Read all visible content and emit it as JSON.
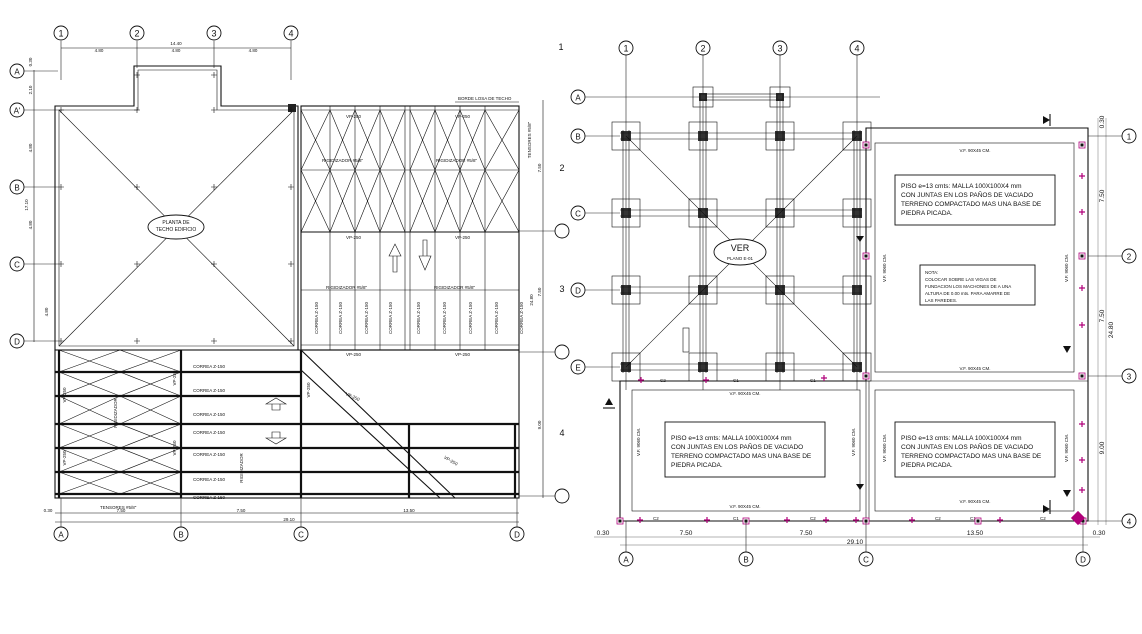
{
  "left_plan": {
    "grid_cols": [
      "1",
      "2",
      "3",
      "4"
    ],
    "grid_rows": [
      "A",
      "A'",
      "B",
      "C",
      "D"
    ],
    "bottom_cols": [
      "A",
      "B",
      "C",
      "D"
    ],
    "right_rows": [
      "1",
      "2",
      "3",
      "4"
    ],
    "top_dims": {
      "total": "14.40",
      "d1": "4.80",
      "d2": "4.80",
      "d3": "4.80"
    },
    "bottom_dims": {
      "total": "29.10",
      "d_left": "0.30",
      "d1": "7.50",
      "d2": "7.50",
      "d3": "13.50"
    },
    "left_dims": {
      "d0": "0.30",
      "d1": "2.10",
      "d2": "4.80",
      "d3": "4.80",
      "d4": "4.80",
      "total": "17.10"
    },
    "right_dims": {
      "d1": "7.50",
      "d2": "7.50",
      "d3": "9.00",
      "total": "24.80"
    },
    "roof_label": [
      "PLANTA DE",
      "TECHO EDIFICIO"
    ],
    "borde_label": "BORDE LOSA DE TECHO",
    "tensores_top": "TENSORES #5/8\"",
    "tensores_bottom": "TENSORES #5/8\"",
    "rigidizador_label": "RIGIDIZADOR #5/8\"",
    "rigidizador_short": "RIGIDIZADOR",
    "vp_label": "VP-250",
    "correa_label": "CORREA Z-150"
  },
  "right_plan": {
    "grid_cols": [
      "1",
      "2",
      "3",
      "4"
    ],
    "grid_rows": [
      "A",
      "B",
      "C",
      "D",
      "E"
    ],
    "bottom_cols": [
      "A",
      "B",
      "C",
      "D"
    ],
    "right_rows": [
      "1",
      "2",
      "3",
      "4"
    ],
    "corner_label": "1",
    "ver_label": "VER",
    "plano_label": "PLANO E-01",
    "piso_note": [
      "PISO e=13 cmts: MALLA 100X100X4 mm",
      "CON JUNTAS EN LOS PAÑOS DE VACIADO",
      "TERRENO COMPACTADO MAS UNA BASE DE",
      "PIEDRA PICADA."
    ],
    "nota_lines": [
      "NOTA:",
      "COLOCAR SOBRE LAS VIGAS DE",
      "FUNDACION LOS MACHONES DE A UNA",
      "ALTURA DE 0.00 mts. PARA AMARRE DE",
      "LAS PAREDES."
    ],
    "vf_h": "V.F. 90X45 CM.",
    "vf_v": "V.F. 9060 CM.",
    "column_label": "C1",
    "column_label2": "C2",
    "bottom_dims": {
      "total": "29.10",
      "d_left": "0.30",
      "d1": "7.50",
      "d2": "7.50",
      "d3": "13.50",
      "d_right": "0.30"
    },
    "right_dims": {
      "d0": "0.30",
      "d1": "7.50",
      "d2": "7.50",
      "d3": "9.00",
      "total": "24.80"
    }
  }
}
